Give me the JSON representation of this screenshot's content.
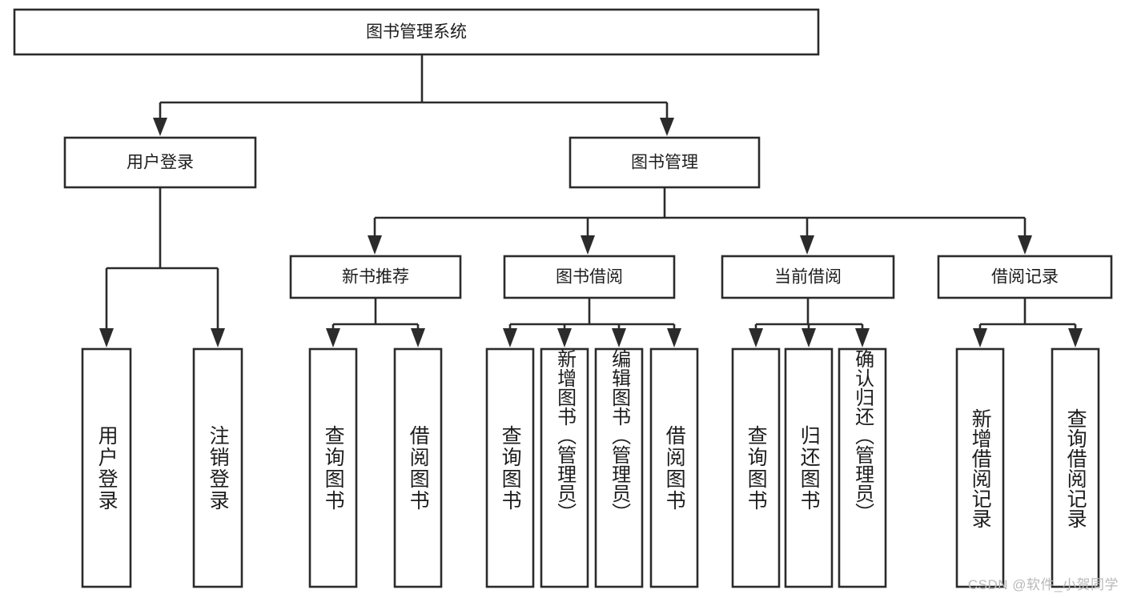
{
  "diagram": {
    "type": "hierarchy-tree",
    "title": "图书管理系统",
    "watermark": "CSDN @软件_小贺同学",
    "colors": {
      "box_stroke": "#2b2b2b",
      "box_fill": "#ffffff",
      "text": "#1d1d1d",
      "watermark": "#b9b9b9",
      "background": "#ffffff"
    },
    "levels": {
      "root": {
        "label": "图书管理系统"
      },
      "level2": [
        {
          "label": "用户登录"
        },
        {
          "label": "图书管理"
        }
      ],
      "level3": [
        {
          "label": "新书推荐"
        },
        {
          "label": "图书借阅"
        },
        {
          "label": "当前借阅"
        },
        {
          "label": "借阅记录"
        }
      ],
      "leaves": [
        {
          "label": "用户登录",
          "parent": "用户登录"
        },
        {
          "label": "注销登录",
          "parent": "用户登录"
        },
        {
          "label": "查询图书",
          "parent": "新书推荐"
        },
        {
          "label": "借阅图书",
          "parent": "新书推荐"
        },
        {
          "label": "查询图书",
          "parent": "图书借阅"
        },
        {
          "label": "新增图书（管理员）",
          "parent": "图书借阅"
        },
        {
          "label": "编辑图书（管理员）",
          "parent": "图书借阅"
        },
        {
          "label": "借阅图书",
          "parent": "图书借阅"
        },
        {
          "label": "查询图书",
          "parent": "当前借阅"
        },
        {
          "label": "归还图书",
          "parent": "当前借阅"
        },
        {
          "label": "确认归还（管理员）",
          "parent": "当前借阅"
        },
        {
          "label": "新增借阅记录",
          "parent": "借阅记录"
        },
        {
          "label": "查询借阅记录",
          "parent": "借阅记录"
        }
      ]
    }
  }
}
